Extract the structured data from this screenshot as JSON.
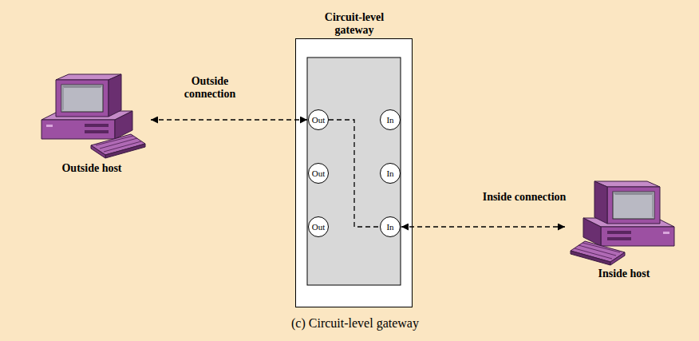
{
  "diagram": {
    "caption": "(c) Circuit-level gateway",
    "nodes": [
      {
        "text": [
          "Outside host"
        ]
      },
      {
        "text": [
          "Circuit-level gateway"
        ]
      },
      {
        "text": [
          "Out"
        ],
        "in": 1
      },
      {
        "text": [
          "In"
        ],
        "in": 1
      },
      {
        "text": [
          "Out"
        ],
        "in": 1
      },
      {
        "text": [
          "In"
        ],
        "in": 1
      },
      {
        "text": [
          "Out"
        ],
        "in": 1
      },
      {
        "text": [
          "In"
        ],
        "in": 1
      },
      {
        "text": [
          "Inside host"
        ]
      }
    ],
    "edges": [
      {
        "from": 0,
        "to": 2,
        "arrow": "both",
        "label": "Outside connection"
      },
      {
        "from": 2,
        "to": 7,
        "arrow": "none"
      },
      {
        "from": 7,
        "to": 8,
        "arrow": "both",
        "label": "Inside connection"
      }
    ]
  }
}
